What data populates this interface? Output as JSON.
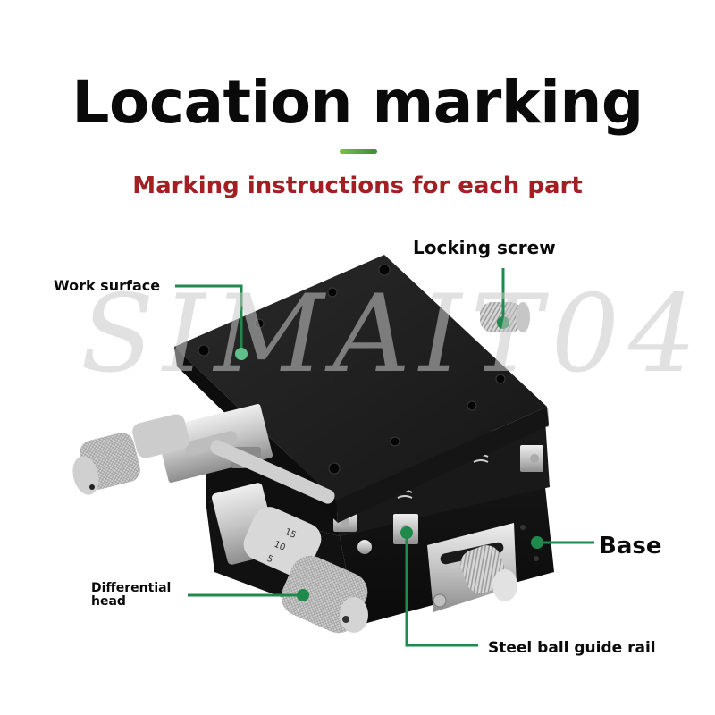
{
  "header": {
    "title": "Location marking",
    "subtitle": "Marking instructions for each part"
  },
  "colors": {
    "title": "#0a0a0a",
    "subtitle": "#a31f24",
    "accent_bar": "#5aa83e",
    "leader_line": "#1f8a4c",
    "product_body": "#1c1c1c",
    "metal": "#c8c8c8"
  },
  "watermark": {
    "text": "SIMAIT04"
  },
  "micrometer": {
    "scale_marks": [
      "15",
      "10",
      "5"
    ]
  },
  "callouts": [
    {
      "id": "work-surface",
      "label": "Work surface"
    },
    {
      "id": "locking-screw",
      "label": "Locking screw"
    },
    {
      "id": "base",
      "label": "Base"
    },
    {
      "id": "differential-head",
      "label_line1": "Differential",
      "label_line2": "head"
    },
    {
      "id": "steel-ball-guide-rail",
      "label": "Steel ball guide rail"
    }
  ]
}
